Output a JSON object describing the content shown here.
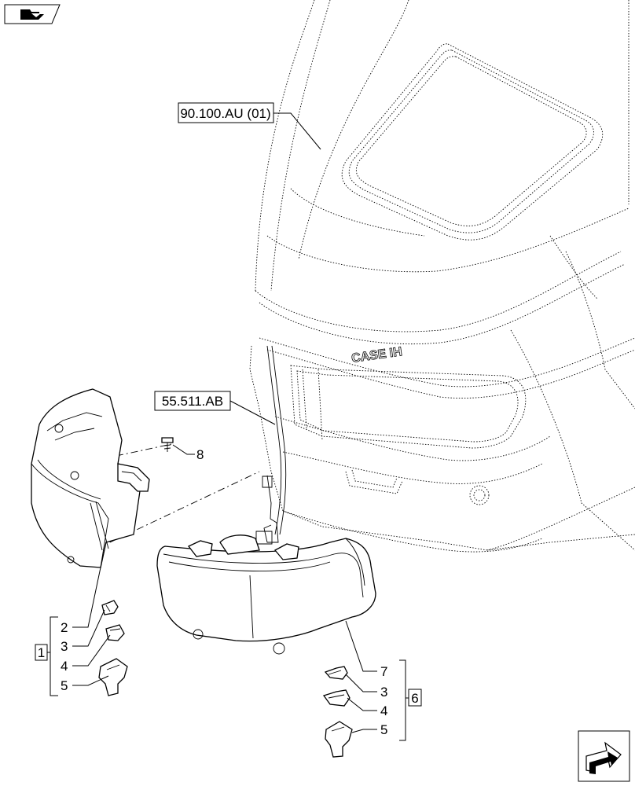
{
  "header": {
    "icon": "binder-icon"
  },
  "footer": {
    "icon": "next-page-arrow-icon"
  },
  "references": [
    {
      "id": "ref-cab",
      "text": "90.100.AU (01)"
    },
    {
      "id": "ref-harness",
      "text": "55.511.AB"
    }
  ],
  "callouts": {
    "c2": "2",
    "c3a": "3",
    "c4a": "4",
    "c5a": "5",
    "c7": "7",
    "c3b": "3",
    "c4b": "4",
    "c5b": "5",
    "c8": "8"
  },
  "groups": {
    "g1": "1",
    "g6": "6"
  },
  "brand_mark": "CASE IH"
}
